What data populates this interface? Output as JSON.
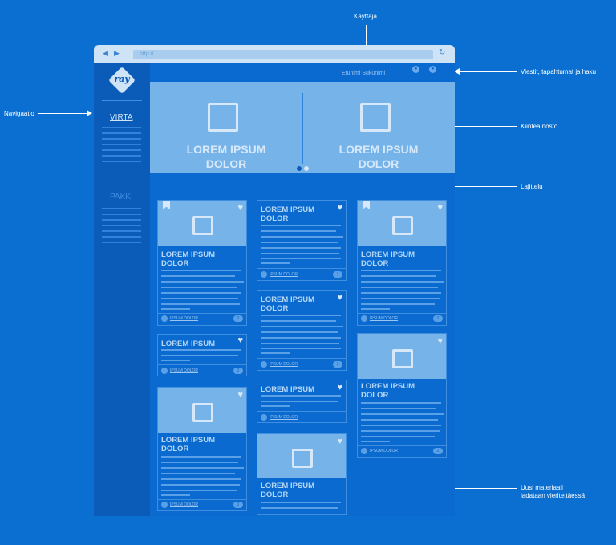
{
  "annotations": {
    "user": "Käyttäjä",
    "messages": "Viestit, tapahtumat ja haku",
    "navigation": "Navigaatio",
    "featured": "Kiinteä nosto",
    "sort": "Lajittelu",
    "new_material_line1": "Uusi materiaali",
    "new_material_line2": "ladataan vieritettäessä"
  },
  "browser": {
    "url": "http://",
    "back_icon": "arrow-left-icon",
    "forward_icon": "arrow-right-icon",
    "refresh_icon": "refresh-icon"
  },
  "sidebar": {
    "logo": "ray",
    "items": [
      {
        "label": "VIRTA",
        "active": true
      },
      {
        "label": "PAKKI",
        "active": false
      }
    ]
  },
  "header": {
    "user_name": "Etunimi Sukunimi"
  },
  "hero": {
    "slides": [
      {
        "title_line1": "LOREM IPSUM",
        "title_line2": "DOLOR"
      },
      {
        "title_line1": "LOREM IPSUM",
        "title_line2": "DOLOR"
      }
    ]
  },
  "cards": {
    "title_a": "LOREM IPSUM",
    "title_b": "DOLOR",
    "title_single": "LOREM IPSUM",
    "author": "IPSUM DOLOR",
    "count": "2"
  },
  "colors": {
    "background": "#0a6fd0",
    "sidebar": "#0a5cb8",
    "image_placeholder": "#75b3e8",
    "accent_light": "#d6e8fa"
  }
}
